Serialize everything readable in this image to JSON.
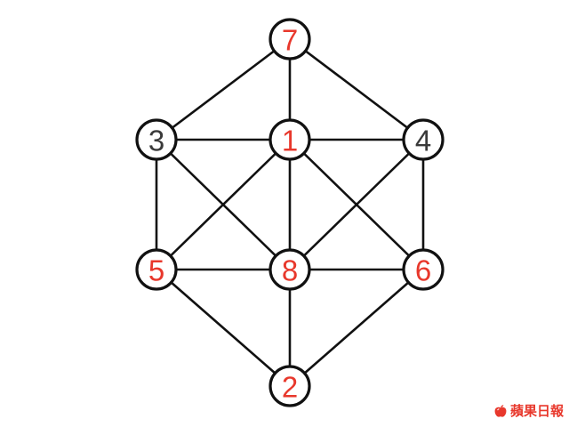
{
  "colors": {
    "highlight": "#e8382c",
    "normal": "#3a3a3a",
    "line": "#111111"
  },
  "nodes": [
    {
      "id": "7",
      "label": "7",
      "highlighted": true
    },
    {
      "id": "3",
      "label": "3",
      "highlighted": false
    },
    {
      "id": "1",
      "label": "1",
      "highlighted": true
    },
    {
      "id": "4",
      "label": "4",
      "highlighted": false
    },
    {
      "id": "5",
      "label": "5",
      "highlighted": true
    },
    {
      "id": "8",
      "label": "8",
      "highlighted": true
    },
    {
      "id": "6",
      "label": "6",
      "highlighted": true
    },
    {
      "id": "2",
      "label": "2",
      "highlighted": true
    }
  ],
  "edges": [
    [
      "7",
      "3"
    ],
    [
      "7",
      "1"
    ],
    [
      "7",
      "4"
    ],
    [
      "3",
      "1"
    ],
    [
      "1",
      "4"
    ],
    [
      "3",
      "5"
    ],
    [
      "3",
      "8"
    ],
    [
      "1",
      "5"
    ],
    [
      "1",
      "8"
    ],
    [
      "1",
      "6"
    ],
    [
      "4",
      "8"
    ],
    [
      "4",
      "6"
    ],
    [
      "5",
      "8"
    ],
    [
      "8",
      "6"
    ],
    [
      "5",
      "2"
    ],
    [
      "8",
      "2"
    ],
    [
      "6",
      "2"
    ]
  ],
  "watermark": {
    "text": "蘋果日報",
    "icon": "apple-logo-icon"
  }
}
